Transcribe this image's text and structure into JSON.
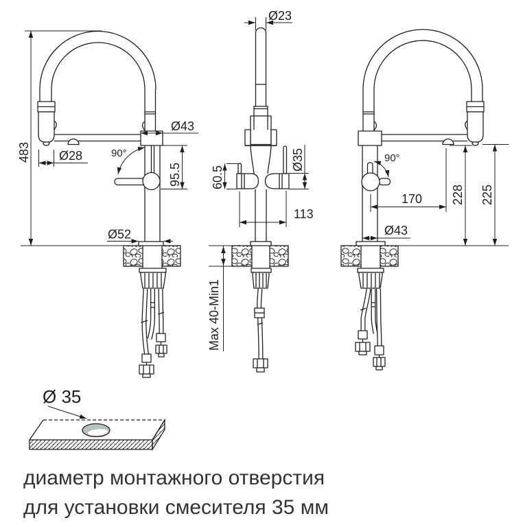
{
  "drawing": {
    "front_view": {
      "height": "483",
      "spray_diameter": "Ø28",
      "head_diameter": "Ø43",
      "swivel_angle": "90°",
      "handle_height": "95.5",
      "base_diameter": "Ø52"
    },
    "side_view": {
      "spout_diameter": "Ø23",
      "handle_offset": "60.5",
      "handle_diameter": "Ø35",
      "body_depth": "113",
      "mount_thickness": "Max 40-Min1"
    },
    "back_view": {
      "swivel_angle": "90°",
      "spout_reach": "170",
      "outlet_height": "228",
      "arm_height": "225",
      "column_diameter": "Ø43"
    },
    "hole_detail": {
      "diameter_label": "Ø 35"
    },
    "caption": {
      "line1": "диаметр монтажного отверстия",
      "line2": "для установки смесителя 35 мм"
    },
    "colors": {
      "line": "#1f1f1f",
      "hole_fill": "#b7c1bf",
      "text": "#333333",
      "background": "#ffffff"
    }
  }
}
